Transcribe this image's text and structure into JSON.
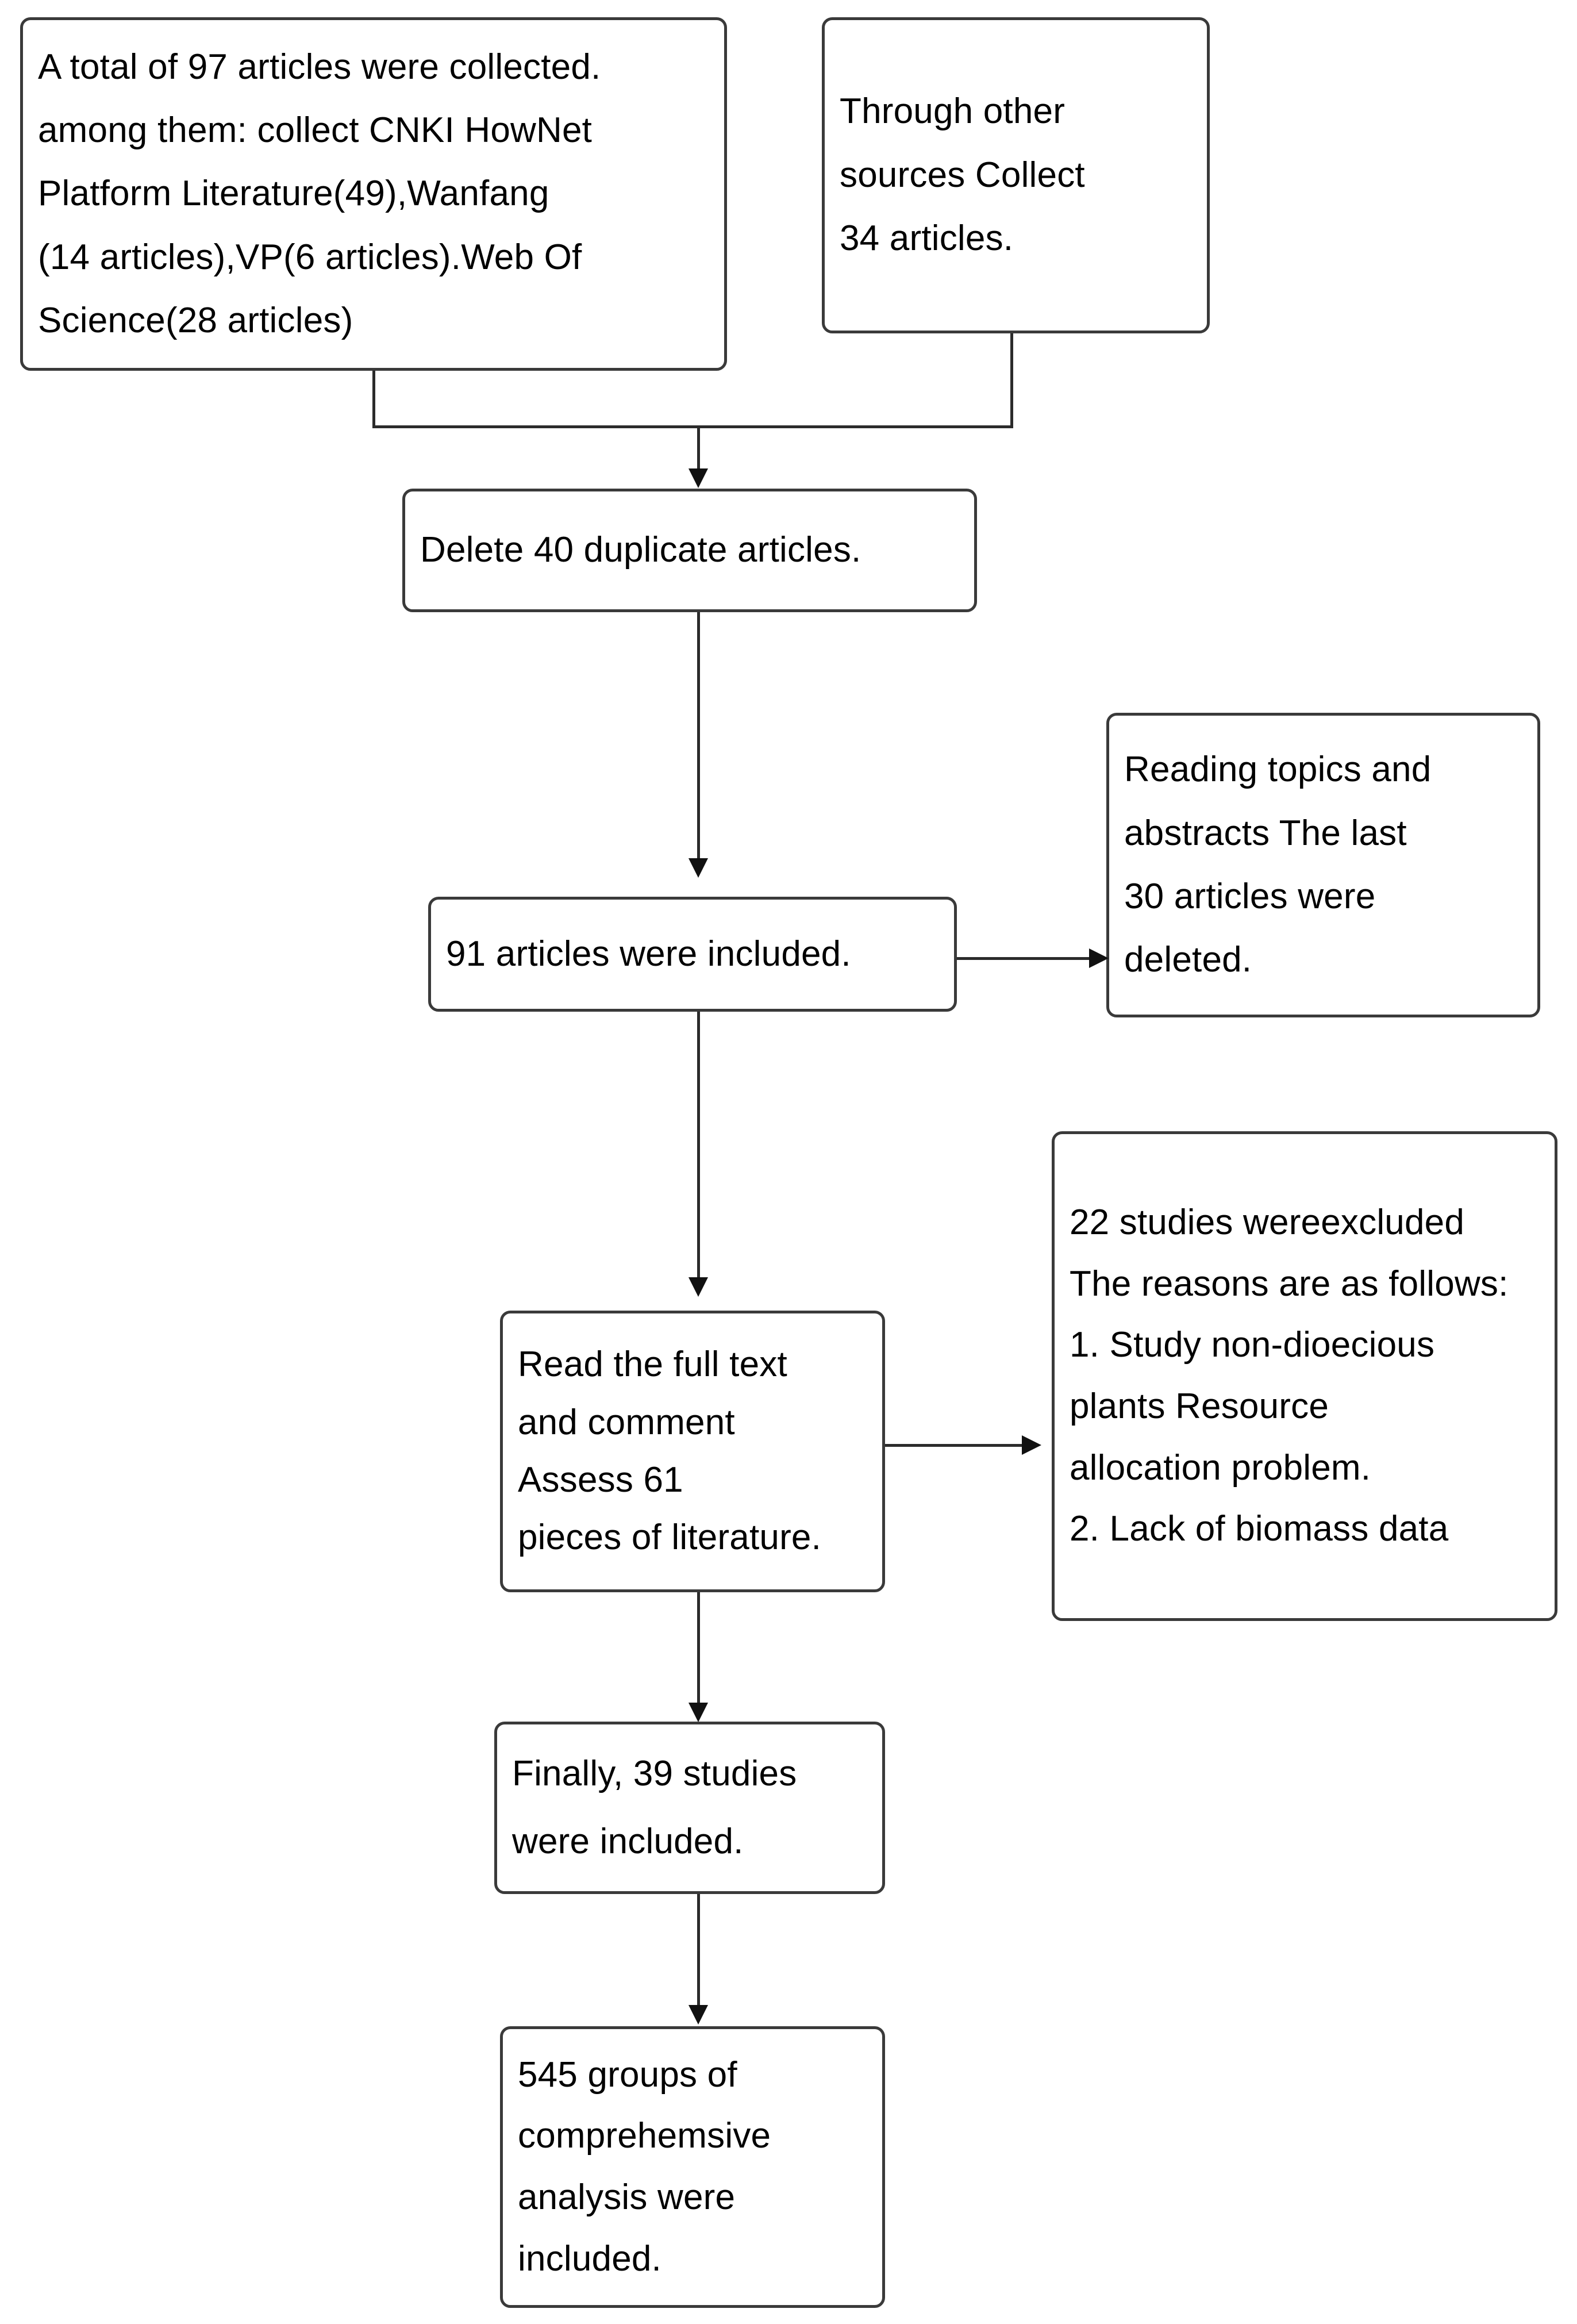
{
  "diagram": {
    "type": "prisma-flow-diagram",
    "orientation": "vertical",
    "nodes": {
      "database_search": {
        "id": "database-search-box",
        "lines": [
          "A total of 97 articles were collected.",
          "among them: collect CNKI HowNet",
          "Platform Literature(49),Wanfang",
          "(14 articles),VP(6 articles).Web Of",
          "Science(28 articles)"
        ]
      },
      "other_sources": {
        "id": "other-sources-box",
        "lines": [
          "Through other",
          "sources Collect",
          "34 articles."
        ]
      },
      "duplicates_removed": {
        "id": "duplicates-removed-box",
        "lines": [
          "Delete 40 duplicate articles."
        ]
      },
      "records_screened": {
        "id": "records-screened-box",
        "lines": [
          "91 articles were included."
        ]
      },
      "screening_excluded": {
        "id": "screening-excluded-box",
        "lines": [
          "Reading topics and",
          "abstracts The last",
          "30 articles were",
          "deleted."
        ]
      },
      "fulltext_assessed": {
        "id": "fulltext-assessed-box",
        "lines": [
          "Read the full text",
          "and comment",
          "Assess 61",
          "pieces of literature."
        ]
      },
      "fulltext_excluded": {
        "id": "fulltext-excluded-box",
        "lines": [
          "22 studies wereexcluded",
          "The reasons are as follows:",
          "1. Study non-dioecious",
          "plants Resource",
          "allocation problem.",
          "2. Lack of biomass data"
        ]
      },
      "studies_included": {
        "id": "studies-included-box",
        "lines": [
          "Finally, 39 studies",
          "were included."
        ]
      },
      "groups_included": {
        "id": "groups-included-box",
        "lines": [
          "545 groups of",
          "comprehemsive",
          "analysis were",
          "included."
        ]
      }
    },
    "counts": {
      "total_collected": 97,
      "cnki_hownet": 49,
      "wanfang": 14,
      "vp": 6,
      "web_of_science": 28,
      "other_sources": 34,
      "duplicates_deleted": 40,
      "after_dedup_included": 91,
      "title_abstract_deleted": 30,
      "fulltext_assessed": 61,
      "fulltext_excluded": 22,
      "studies_finally_included": 39,
      "comprehensive_analysis_groups": 545
    },
    "edges": [
      {
        "from": "database_search",
        "to": "duplicates_removed",
        "style": "elbow-merge-arrow-down"
      },
      {
        "from": "other_sources",
        "to": "duplicates_removed",
        "style": "elbow-merge-arrow-down"
      },
      {
        "from": "duplicates_removed",
        "to": "records_screened",
        "style": "arrow-down"
      },
      {
        "from": "records_screened",
        "to": "screening_excluded",
        "style": "arrow-right"
      },
      {
        "from": "records_screened",
        "to": "fulltext_assessed",
        "style": "arrow-down"
      },
      {
        "from": "fulltext_assessed",
        "to": "fulltext_excluded",
        "style": "arrow-right"
      },
      {
        "from": "fulltext_assessed",
        "to": "studies_included",
        "style": "arrow-down"
      },
      {
        "from": "studies_included",
        "to": "groups_included",
        "style": "arrow-down"
      }
    ],
    "colors": {
      "box_border": "#3a3a3a",
      "box_fill": "#ffffff",
      "connector": "#2b2b2b",
      "text": "#000000",
      "page_background": "#ffffff"
    }
  }
}
